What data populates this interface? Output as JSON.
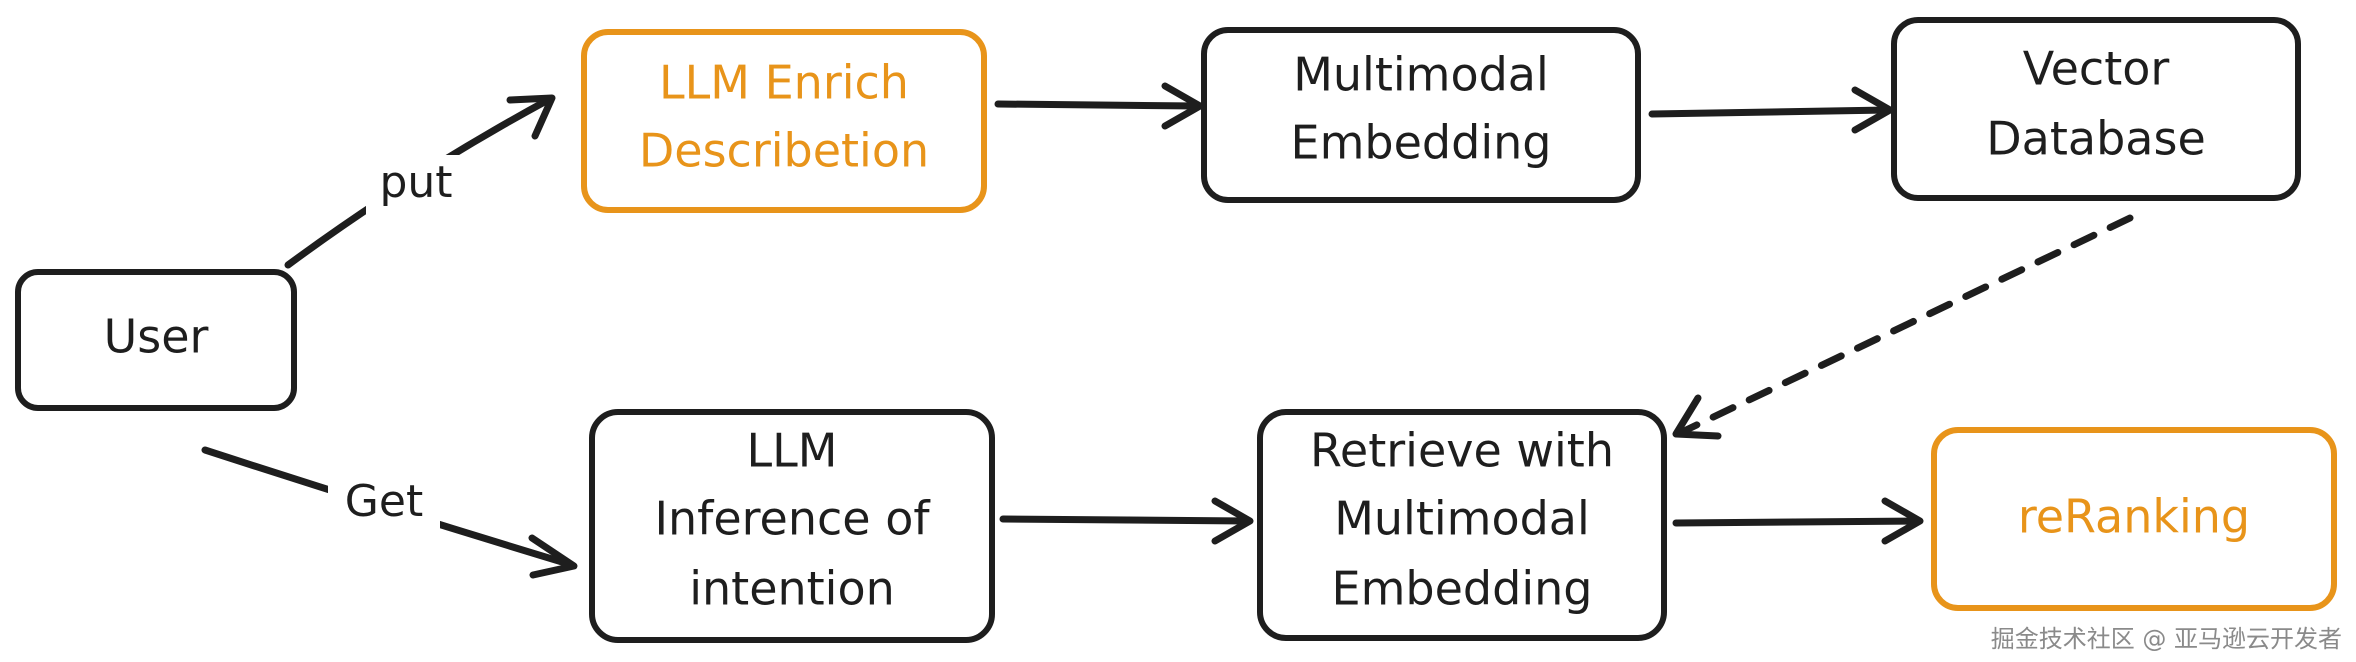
{
  "nodes": {
    "user": {
      "lines": [
        "User"
      ]
    },
    "llm_enrich": {
      "lines": [
        "LLM Enrich",
        "Describetion"
      ]
    },
    "multimodal_embedding_top": {
      "lines": [
        "Multimodal",
        "Embedding"
      ]
    },
    "vector_database": {
      "lines": [
        "Vector",
        "Database"
      ]
    },
    "llm_inference": {
      "lines": [
        "LLM",
        "Inference of",
        "intention"
      ]
    },
    "retrieve": {
      "lines": [
        "Retrieve with",
        "Multimodal",
        "Embedding"
      ]
    },
    "reranking": {
      "lines": [
        "reRanking"
      ]
    }
  },
  "edges": {
    "put": {
      "label": "put"
    },
    "get": {
      "label": "Get"
    }
  },
  "colors": {
    "stroke": "#1e1e1e",
    "accent": "#e8941a"
  },
  "watermark": "掘金技术社区 @ 亚马逊云开发者"
}
